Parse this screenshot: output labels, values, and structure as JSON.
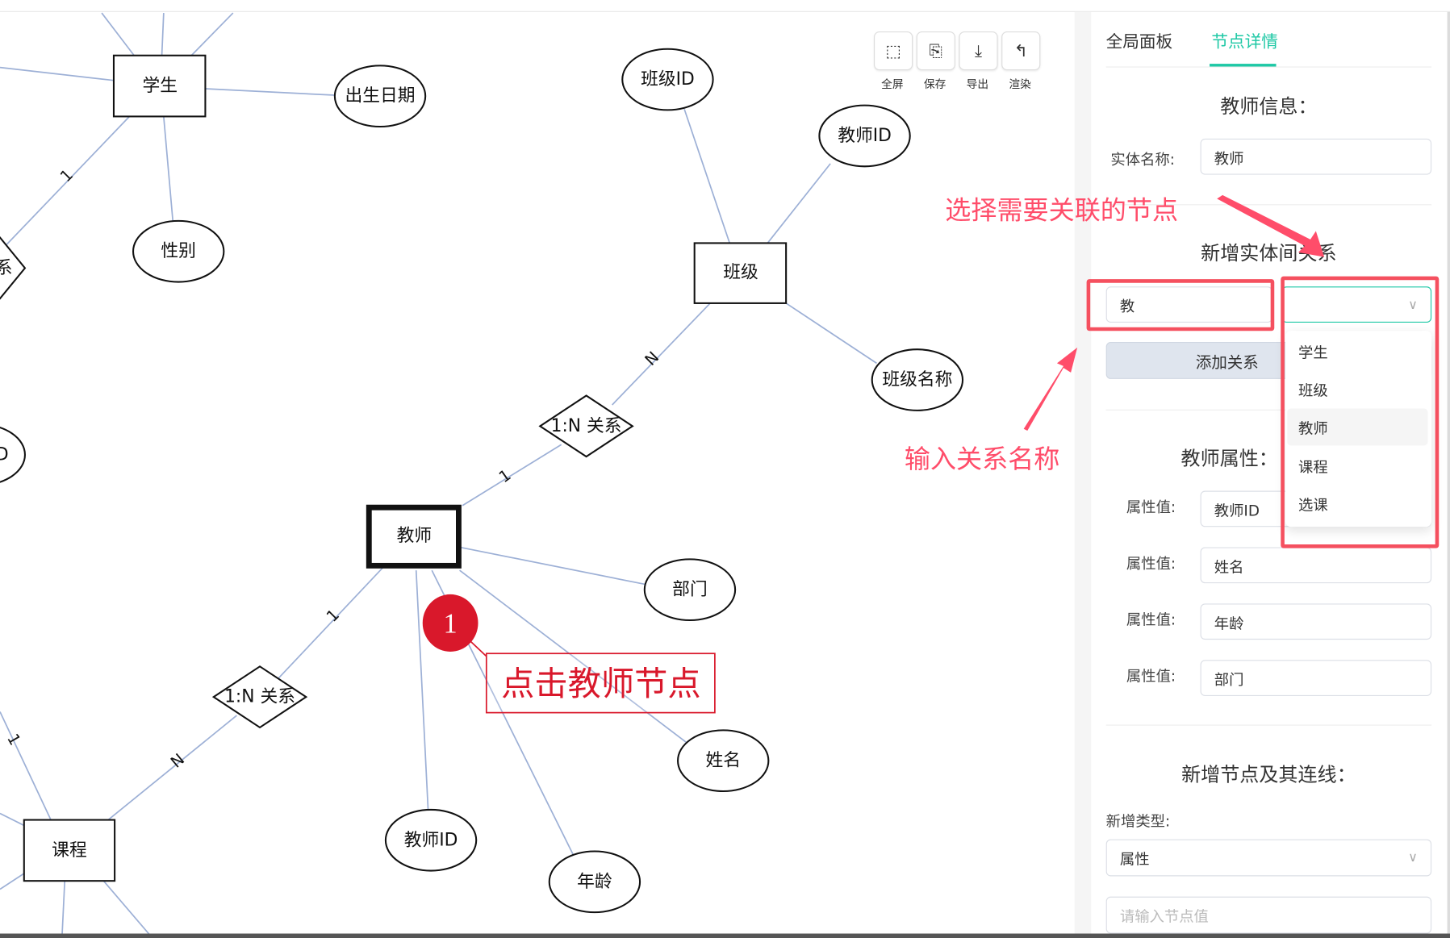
{
  "toolbar": {
    "fullscreen": "全屏",
    "save": "保存",
    "export": "导出",
    "render": "渲染"
  },
  "graph": {
    "entities": [
      "学生",
      "班级",
      "教师",
      "课程"
    ],
    "attributes": {
      "student_birth": "出生日期",
      "student_gender": "性别",
      "class_id": "班级ID",
      "class_teacher_id": "教师ID",
      "class_name": "班级名称",
      "teacher_dept": "部门",
      "teacher_name": "姓名",
      "teacher_id": "教师ID",
      "teacher_age": "年龄"
    },
    "relations": [
      "1:N 关系",
      "1:N 关系"
    ],
    "partial": {
      "left_relation": "系",
      "left_attr": "D"
    },
    "cardinalities": {
      "class_rel": "N",
      "teacher_rel_top": "1",
      "teacher_rel_bottom": "1",
      "course_rel": "N",
      "student_rel": "1",
      "course_left": "1"
    }
  },
  "annotations": {
    "step_number": "1",
    "click_teacher": "点击教师节点",
    "select_node": "选择需要关联的节点",
    "enter_relation": "输入关系名称"
  },
  "panel": {
    "tabs": [
      {
        "label": "全局面板",
        "active": false
      },
      {
        "label": "节点详情",
        "active": true
      }
    ],
    "info_title": "教师信息：",
    "entity_name_label": "实体名称:",
    "entity_name_value": "教师",
    "relation_title": "新增实体间关系",
    "relation_name_value": "教",
    "add_relation_button": "添加关系",
    "dropdown_options": [
      "学生",
      "班级",
      "教师",
      "课程",
      "选课"
    ],
    "dropdown_hovered": "教师",
    "attr_title": "教师属性：",
    "attr_label": "属性值:",
    "attributes": [
      "教师ID",
      "姓名",
      "年龄",
      "部门"
    ],
    "new_node_title": "新增节点及其连线：",
    "new_type_label": "新增类型:",
    "new_type_value": "属性",
    "node_value_placeholder": "请输入节点值"
  },
  "colors": {
    "accent": "#1ec8a5",
    "edge": "#9db0d6",
    "annotation": "#ff4d6a",
    "step": "#d9182b"
  }
}
